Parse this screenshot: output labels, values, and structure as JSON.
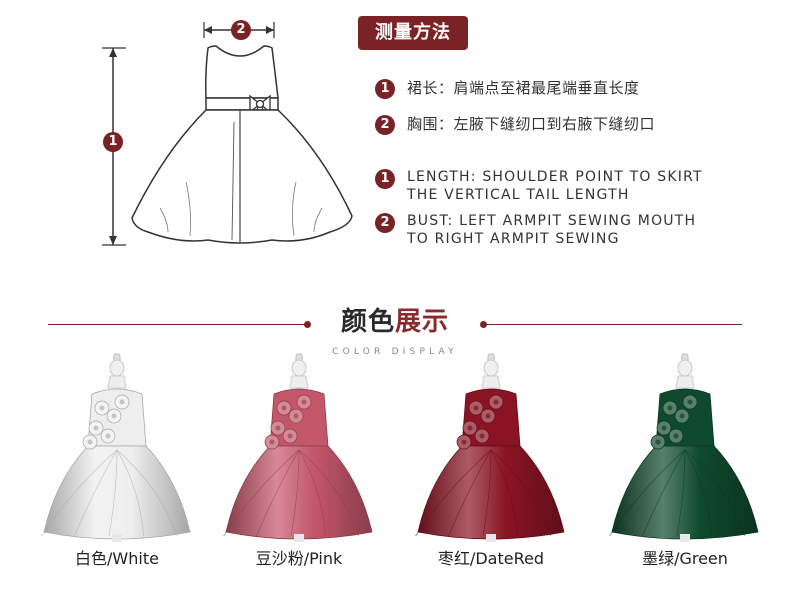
{
  "measurement": {
    "title": "测量方法",
    "markers": [
      "1",
      "2"
    ],
    "items_cn": [
      {
        "num": "1",
        "text": "裙长：肩端点至裙最尾端垂直长度"
      },
      {
        "num": "2",
        "text": "胸围：左腋下缝纫口到右腋下缝纫口"
      }
    ],
    "items_en": [
      {
        "num": "1",
        "text": "LENGTH: SHOULDER POINT TO SKIRT THE VERTICAL TAIL LENGTH"
      },
      {
        "num": "2",
        "text": "BUST: LEFT ARMPIT SEWING MOUTH TO RIGHT ARMPIT SEWING"
      }
    ]
  },
  "color_display": {
    "title_part1": "颜色",
    "title_part2": "展示",
    "subtitle": "COLOR DISPLAY",
    "colors": [
      {
        "label": "白色/White",
        "hex": "#eeeeee"
      },
      {
        "label": "豆沙粉/Pink",
        "hex": "#c4566a"
      },
      {
        "label": "枣红/DateRed",
        "hex": "#8a1424"
      },
      {
        "label": "墨绿/Green",
        "hex": "#0f4a2e"
      }
    ]
  },
  "colors": {
    "accent": "#7a2326"
  }
}
